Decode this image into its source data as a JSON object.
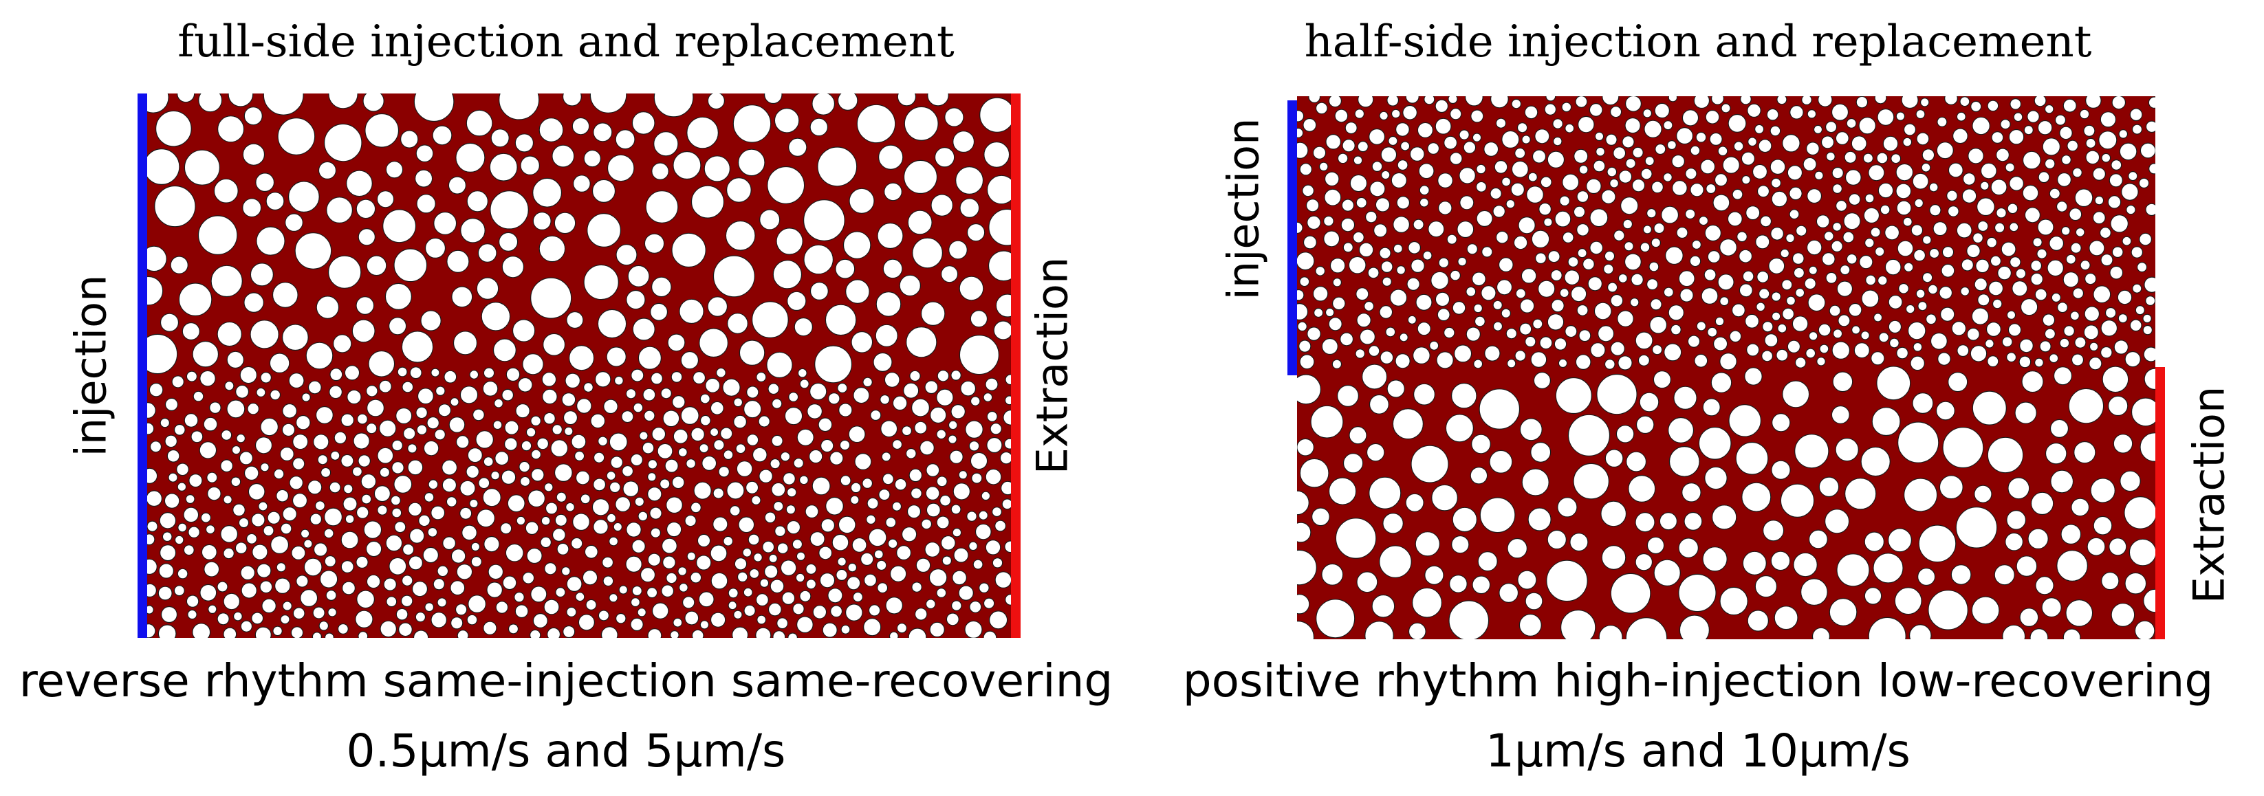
{
  "colors": {
    "fluid": "#8b0000",
    "grain": "#ffffff",
    "grain_edge": "#1a1a1a",
    "injection_bar": "#1010ee",
    "extraction_bar": "#ee1010"
  },
  "panels": [
    {
      "title": "full-side injection and replacement",
      "injection_label": "injection",
      "extraction_label": "Extraction",
      "caption_line1": "reverse rhythm same-injection same-recovering",
      "caption_line2": "0.5μm/s and 5μm/s",
      "layers": [
        "coarse grains (top half)",
        "fine grains (bottom half)"
      ]
    },
    {
      "title": "half-side injection and replacement",
      "injection_label": "injection",
      "extraction_label": "Extraction",
      "caption_line1": "positive rhythm high-injection low-recovering",
      "caption_line2": "1μm/s and 10μm/s",
      "layers": [
        "fine grains (top half)",
        "coarse grains (bottom half)"
      ]
    }
  ]
}
